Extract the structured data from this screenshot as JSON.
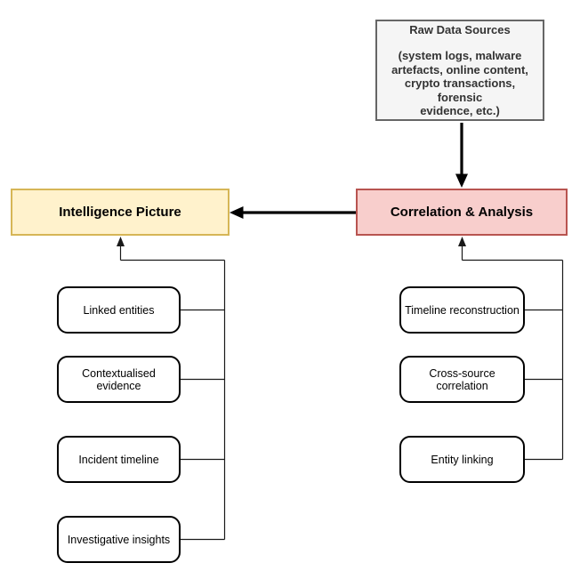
{
  "diagram": {
    "raw_data_sources": {
      "title": "Raw Data Sources",
      "detail_lines": [
        "(system logs, malware",
        "artefacts, online content,",
        "crypto transactions, forensic",
        "evidence, etc.)"
      ]
    },
    "intelligence_picture": {
      "label": "Intelligence Picture"
    },
    "correlation_analysis": {
      "label": "Correlation & Analysis"
    },
    "intelligence_outputs": [
      {
        "label": "Linked entities"
      },
      {
        "label": "Contextualised evidence"
      },
      {
        "label": "Incident timeline"
      },
      {
        "label": "Investigative insights"
      }
    ],
    "analysis_techniques": [
      {
        "label": "Timeline reconstruction"
      },
      {
        "label": "Cross-source correlation"
      },
      {
        "label": "Entity linking"
      }
    ],
    "colors": {
      "raw_data_fill": "#f5f5f5",
      "raw_data_border": "#666666",
      "raw_data_text": "#333333",
      "intelligence_fill": "#fff2cc",
      "intelligence_border": "#d6b656",
      "correlation_fill": "#f8cecc",
      "correlation_border": "#b85450",
      "sub_box_fill": "#ffffff",
      "sub_box_border": "#000000",
      "connector": "#1a1a1a",
      "arrow": "#000000"
    }
  }
}
